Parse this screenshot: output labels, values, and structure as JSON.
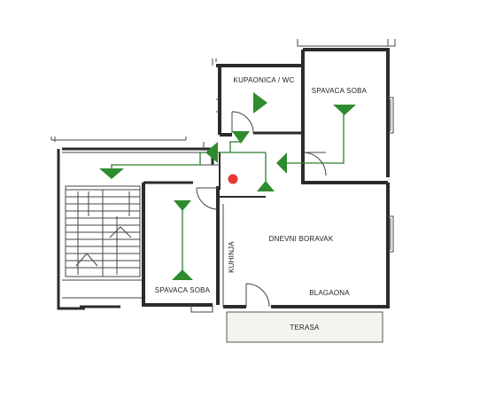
{
  "plan": {
    "rooms": {
      "bathroom": "KUPAONICA / WC",
      "bedroom_top": "SPAVACA SOBA",
      "living": "DNEVNI BORAVAK",
      "kitchen": "KUHINJA",
      "bedroom_bottom": "SPAVACA SOBA",
      "pantry": "BLAGAONA",
      "terrace": "TERASA"
    },
    "colors": {
      "walls": "#2b2b2b",
      "route": "#2e7d32",
      "marker": "#e53935",
      "terrace_fill": "#f4f3ee"
    }
  }
}
